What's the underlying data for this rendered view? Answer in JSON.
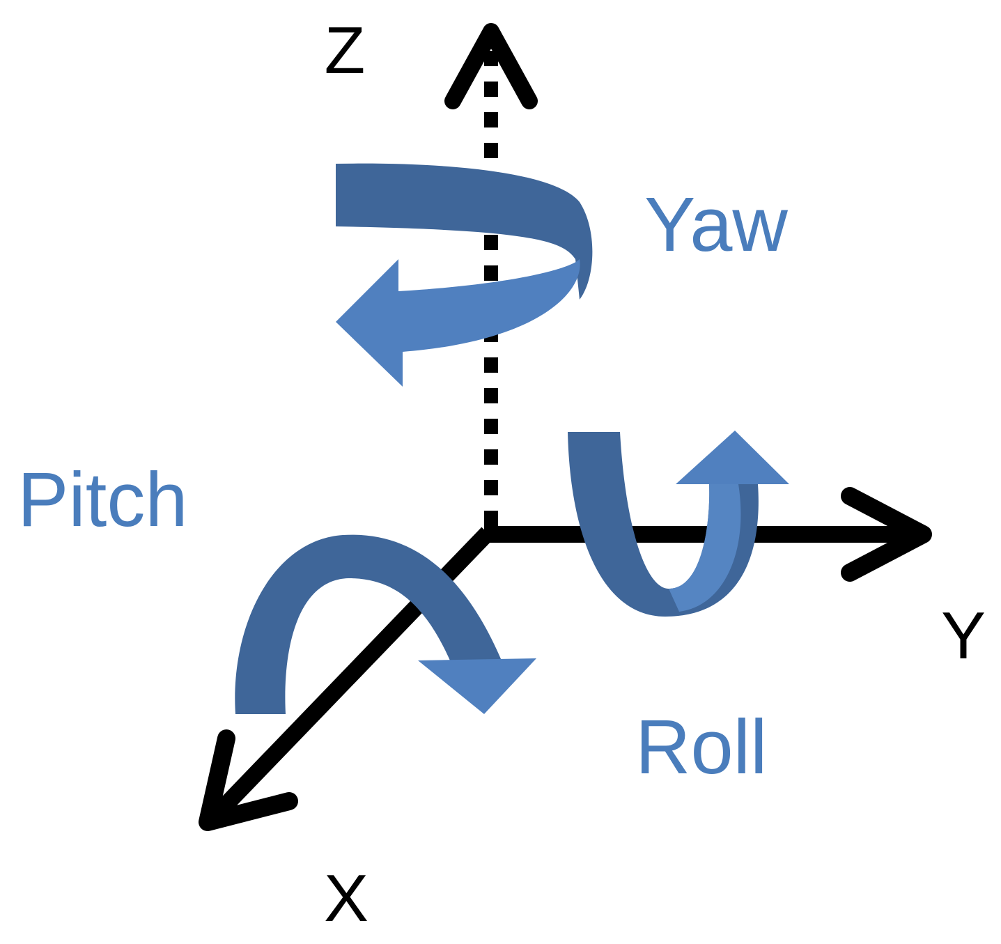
{
  "diagram": {
    "axes": {
      "z": {
        "label": "Z",
        "style": "dotted"
      },
      "y": {
        "label": "Y",
        "style": "solid"
      },
      "x": {
        "label": "X",
        "style": "solid"
      }
    },
    "rotations": {
      "yaw": {
        "label": "Yaw",
        "axis": "z"
      },
      "pitch": {
        "label": "Pitch",
        "axis": "x"
      },
      "roll": {
        "label": "Roll",
        "axis": "y"
      }
    }
  },
  "colors": {
    "axis": "#000000",
    "arrow_fill": "#4a72a8",
    "arrow_dark": "#3d6195",
    "arrow_light": "#5585c2",
    "label": "#4a7dbc"
  }
}
